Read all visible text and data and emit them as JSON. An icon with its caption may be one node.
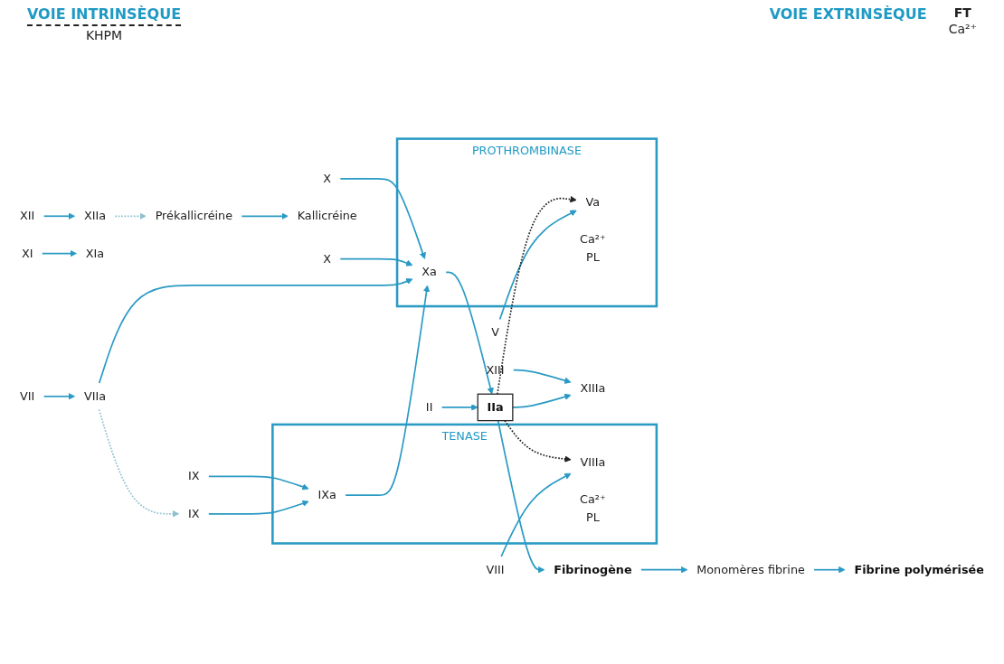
{
  "diagram": {
    "nodes": [
      {
        "text": [
          "Prékallicréine"
        ]
      },
      {
        "text": [
          "Kallicréine"
        ]
      },
      {
        "text": [
          "XII"
        ]
      },
      {
        "text": [
          "XIIa"
        ]
      },
      {
        "text": [
          "XI"
        ]
      },
      {
        "text": [
          "XIa"
        ]
      },
      {
        "text": [
          "IX"
        ]
      },
      {
        "text": [
          "VIIa"
        ]
      },
      {
        "text": [
          "VII"
        ]
      },
      {
        "text": [
          "IX"
        ]
      },
      {
        "text": [
          "TENASE"
        ]
      },
      {
        "text": [
          "IXa"
        ],
        "in": 10
      },
      {
        "text": [
          "VIIIa"
        ],
        "in": 10
      },
      {
        "text": [
          "Ca²⁺",
          "PL"
        ],
        "in": 10
      },
      {
        "text": [
          "VIII"
        ]
      },
      {
        "text": [
          "X"
        ]
      },
      {
        "text": [
          "X"
        ]
      },
      {
        "text": [
          "PROTHROMBINASE"
        ]
      },
      {
        "text": [
          "Xa"
        ],
        "in": 17
      },
      {
        "text": [
          "Va"
        ],
        "in": 17
      },
      {
        "text": [
          "Ca²⁺",
          "PL"
        ],
        "in": 17
      },
      {
        "text": [
          "V"
        ]
      },
      {
        "text": [
          "II"
        ]
      },
      {
        "text": [
          "IIa"
        ]
      },
      {
        "text": [
          "XIII"
        ]
      },
      {
        "text": [
          "XIIIa"
        ]
      },
      {
        "text": [
          "Fibrinogène"
        ]
      },
      {
        "text": [
          "Monomères fibrine"
        ]
      },
      {
        "text": [
          "Fibrine polymérisée"
        ]
      }
    ],
    "edges": [
      {
        "from": 0,
        "to": 1,
        "arrow": "to"
      },
      {
        "from": 2,
        "to": 3,
        "arrow": "to"
      },
      {
        "from": 4,
        "to": 5,
        "arrow": "to"
      },
      {
        "from": 3,
        "to": 0,
        "arrow": "to",
        "style": "dashed",
        "color": "#8fbfd0"
      },
      {
        "from": 6,
        "to": 11,
        "arrow": "to"
      },
      {
        "from": 9,
        "to": 11,
        "arrow": "to"
      },
      {
        "from": 7,
        "to": 6,
        "arrow": "to",
        "style": "dashed",
        "color": "#8fbfd0"
      },
      {
        "from": 8,
        "to": 7,
        "arrow": "to"
      },
      {
        "from": 14,
        "to": 12,
        "arrow": "to"
      },
      {
        "from": 11,
        "to": 18,
        "arrow": "to"
      },
      {
        "from": 7,
        "to": 18,
        "arrow": "to"
      },
      {
        "from": 15,
        "to": 18,
        "arrow": "to"
      },
      {
        "from": 16,
        "to": 18,
        "arrow": "to"
      },
      {
        "from": 21,
        "to": 19,
        "arrow": "to"
      },
      {
        "from": 18,
        "to": 23,
        "arrow": "to"
      },
      {
        "from": 22,
        "to": 23,
        "arrow": "to"
      },
      {
        "from": 23,
        "to": 12,
        "arrow": "to",
        "style": "dashed",
        "color": "#222222"
      },
      {
        "from": 23,
        "to": 19,
        "arrow": "to",
        "style": "dashed",
        "color": "#222222"
      },
      {
        "from": 23,
        "to": 25,
        "arrow": "to"
      },
      {
        "from": 23,
        "to": 26,
        "arrow": "to"
      },
      {
        "from": 24,
        "to": 25,
        "arrow": "to"
      },
      {
        "from": 26,
        "to": 27,
        "arrow": "to"
      },
      {
        "from": 27,
        "to": 28,
        "arrow": "to"
      }
    ],
    "labels": [
      "VOIE INTRINSÈQUE",
      "KHPM",
      "VOIE EXTRINSÈQUE",
      "FT",
      "Ca²⁺"
    ]
  }
}
